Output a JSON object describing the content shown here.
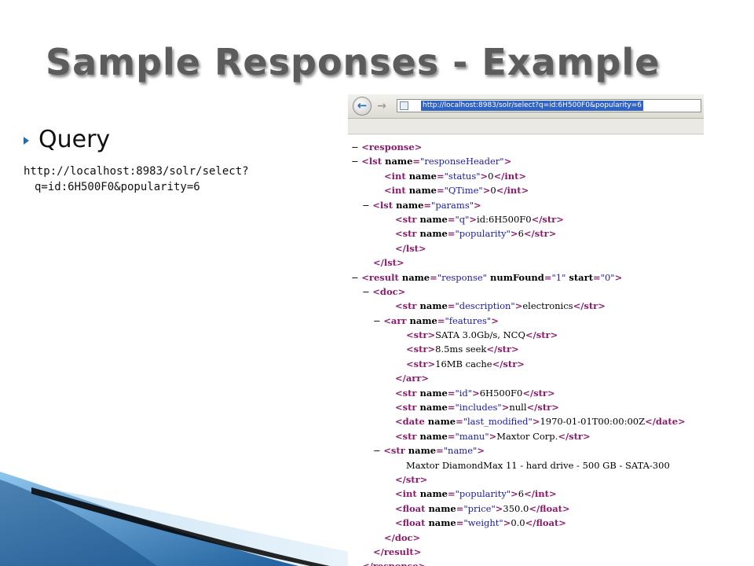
{
  "slide": {
    "title": "Sample Responses - Example",
    "bullet": "Query",
    "query_url_line1": "http://localhost:8983/solr/select?",
    "query_url_line2": "q=id:6H500F0&popularity=6"
  },
  "browser": {
    "address": "http://localhost:8983/solr/select?q=id:6H500F0&popularity=6",
    "back_icon": "back-arrow-icon",
    "forward_icon": "forward-arrow-icon"
  },
  "xml": {
    "lines": [
      {
        "indent": 0,
        "minus": true,
        "seg": [
          [
            "t",
            "<response>"
          ]
        ]
      },
      {
        "indent": 1,
        "minus": true,
        "seg": [
          [
            "t",
            "<lst "
          ],
          [
            "a",
            "name"
          ],
          [
            "t",
            "="
          ],
          [
            "v",
            "\"responseHeader\""
          ],
          [
            "t",
            ">"
          ]
        ]
      },
      {
        "indent": 3,
        "minus": false,
        "seg": [
          [
            "t",
            "<int "
          ],
          [
            "a",
            "name"
          ],
          [
            "t",
            "="
          ],
          [
            "v",
            "\"status\""
          ],
          [
            "t",
            ">"
          ],
          [
            "x",
            "0"
          ],
          [
            "t",
            "</int>"
          ]
        ]
      },
      {
        "indent": 3,
        "minus": false,
        "seg": [
          [
            "t",
            "<int "
          ],
          [
            "a",
            "name"
          ],
          [
            "t",
            "="
          ],
          [
            "v",
            "\"QTime\""
          ],
          [
            "t",
            ">"
          ],
          [
            "x",
            "0"
          ],
          [
            "t",
            "</int>"
          ]
        ]
      },
      {
        "indent": 2,
        "minus": true,
        "seg": [
          [
            "t",
            "<lst "
          ],
          [
            "a",
            "name"
          ],
          [
            "t",
            "="
          ],
          [
            "v",
            "\"params\""
          ],
          [
            "t",
            ">"
          ]
        ]
      },
      {
        "indent": 4,
        "minus": false,
        "seg": [
          [
            "t",
            "<str "
          ],
          [
            "a",
            "name"
          ],
          [
            "t",
            "="
          ],
          [
            "v",
            "\"q\""
          ],
          [
            "t",
            ">"
          ],
          [
            "x",
            "id:6H500F0"
          ],
          [
            "t",
            "</str>"
          ]
        ]
      },
      {
        "indent": 4,
        "minus": false,
        "seg": [
          [
            "t",
            "<str "
          ],
          [
            "a",
            "name"
          ],
          [
            "t",
            "="
          ],
          [
            "v",
            "\"popularity\""
          ],
          [
            "t",
            ">"
          ],
          [
            "x",
            "6"
          ],
          [
            "t",
            "</str>"
          ]
        ]
      },
      {
        "indent": 4,
        "minus": false,
        "seg": [
          [
            "t",
            "</lst>"
          ]
        ]
      },
      {
        "indent": 2,
        "minus": false,
        "seg": [
          [
            "t",
            "</lst>"
          ]
        ]
      },
      {
        "indent": 1,
        "minus": true,
        "seg": [
          [
            "t",
            "<result "
          ],
          [
            "a",
            "name"
          ],
          [
            "t",
            "="
          ],
          [
            "v",
            "\"response\""
          ],
          [
            "a",
            " numFound"
          ],
          [
            "t",
            "="
          ],
          [
            "v",
            "\"1\""
          ],
          [
            "a",
            " start"
          ],
          [
            "t",
            "="
          ],
          [
            "v",
            "\"0\""
          ],
          [
            "t",
            ">"
          ]
        ]
      },
      {
        "indent": 2,
        "minus": true,
        "seg": [
          [
            "t",
            "<doc>"
          ]
        ]
      },
      {
        "indent": 4,
        "minus": false,
        "seg": [
          [
            "t",
            "<str "
          ],
          [
            "a",
            "name"
          ],
          [
            "t",
            "="
          ],
          [
            "v",
            "\"description\""
          ],
          [
            "t",
            ">"
          ],
          [
            "x",
            "electronics"
          ],
          [
            "t",
            "</str>"
          ]
        ]
      },
      {
        "indent": 3,
        "minus": true,
        "seg": [
          [
            "t",
            "<arr "
          ],
          [
            "a",
            "name"
          ],
          [
            "t",
            "="
          ],
          [
            "v",
            "\"features\""
          ],
          [
            "t",
            ">"
          ]
        ]
      },
      {
        "indent": 5,
        "minus": false,
        "seg": [
          [
            "t",
            "<str>"
          ],
          [
            "x",
            "SATA 3.0Gb/s, NCQ"
          ],
          [
            "t",
            "</str>"
          ]
        ]
      },
      {
        "indent": 5,
        "minus": false,
        "seg": [
          [
            "t",
            "<str>"
          ],
          [
            "x",
            "8.5ms seek"
          ],
          [
            "t",
            "</str>"
          ]
        ]
      },
      {
        "indent": 5,
        "minus": false,
        "seg": [
          [
            "t",
            "<str>"
          ],
          [
            "x",
            "16MB cache"
          ],
          [
            "t",
            "</str>"
          ]
        ]
      },
      {
        "indent": 4,
        "minus": false,
        "seg": [
          [
            "t",
            "</arr>"
          ]
        ]
      },
      {
        "indent": 4,
        "minus": false,
        "seg": [
          [
            "t",
            "<str "
          ],
          [
            "a",
            "name"
          ],
          [
            "t",
            "="
          ],
          [
            "v",
            "\"id\""
          ],
          [
            "t",
            ">"
          ],
          [
            "x",
            "6H500F0"
          ],
          [
            "t",
            "</str>"
          ]
        ]
      },
      {
        "indent": 4,
        "minus": false,
        "seg": [
          [
            "t",
            "<str "
          ],
          [
            "a",
            "name"
          ],
          [
            "t",
            "="
          ],
          [
            "v",
            "\"includes\""
          ],
          [
            "t",
            ">"
          ],
          [
            "x",
            "null"
          ],
          [
            "t",
            "</str>"
          ]
        ]
      },
      {
        "indent": 4,
        "minus": false,
        "seg": [
          [
            "t",
            "<date "
          ],
          [
            "a",
            "name"
          ],
          [
            "t",
            "="
          ],
          [
            "v",
            "\"last_modified\""
          ],
          [
            "t",
            ">"
          ],
          [
            "x",
            "1970-01-01T00:00:00Z"
          ],
          [
            "t",
            "</date>"
          ]
        ]
      },
      {
        "indent": 4,
        "minus": false,
        "seg": [
          [
            "t",
            "<str "
          ],
          [
            "a",
            "name"
          ],
          [
            "t",
            "="
          ],
          [
            "v",
            "\"manu\""
          ],
          [
            "t",
            ">"
          ],
          [
            "x",
            "Maxtor Corp."
          ],
          [
            "t",
            "</str>"
          ]
        ]
      },
      {
        "indent": 3,
        "minus": true,
        "seg": [
          [
            "t",
            "<str "
          ],
          [
            "a",
            "name"
          ],
          [
            "t",
            "="
          ],
          [
            "v",
            "\"name\""
          ],
          [
            "t",
            ">"
          ]
        ]
      },
      {
        "indent": 5,
        "minus": false,
        "seg": [
          [
            "x",
            "Maxtor DiamondMax 11 - hard drive - 500 GB - SATA-300"
          ]
        ]
      },
      {
        "indent": 4,
        "minus": false,
        "seg": [
          [
            "t",
            "</str>"
          ]
        ]
      },
      {
        "indent": 4,
        "minus": false,
        "seg": [
          [
            "t",
            "<int "
          ],
          [
            "a",
            "name"
          ],
          [
            "t",
            "="
          ],
          [
            "v",
            "\"popularity\""
          ],
          [
            "t",
            ">"
          ],
          [
            "x",
            "6"
          ],
          [
            "t",
            "</int>"
          ]
        ]
      },
      {
        "indent": 4,
        "minus": false,
        "seg": [
          [
            "t",
            "<float "
          ],
          [
            "a",
            "name"
          ],
          [
            "t",
            "="
          ],
          [
            "v",
            "\"price\""
          ],
          [
            "t",
            ">"
          ],
          [
            "x",
            "350.0"
          ],
          [
            "t",
            "</float>"
          ]
        ]
      },
      {
        "indent": 4,
        "minus": false,
        "seg": [
          [
            "t",
            "<float "
          ],
          [
            "a",
            "name"
          ],
          [
            "t",
            "="
          ],
          [
            "v",
            "\"weight\""
          ],
          [
            "t",
            ">"
          ],
          [
            "x",
            "0.0"
          ],
          [
            "t",
            "</float>"
          ]
        ]
      },
      {
        "indent": 3,
        "minus": false,
        "seg": [
          [
            "t",
            "</doc>"
          ]
        ]
      },
      {
        "indent": 2,
        "minus": false,
        "seg": [
          [
            "t",
            "</result>"
          ]
        ]
      },
      {
        "indent": 1,
        "minus": false,
        "seg": [
          [
            "t",
            "</response>"
          ]
        ]
      }
    ]
  }
}
